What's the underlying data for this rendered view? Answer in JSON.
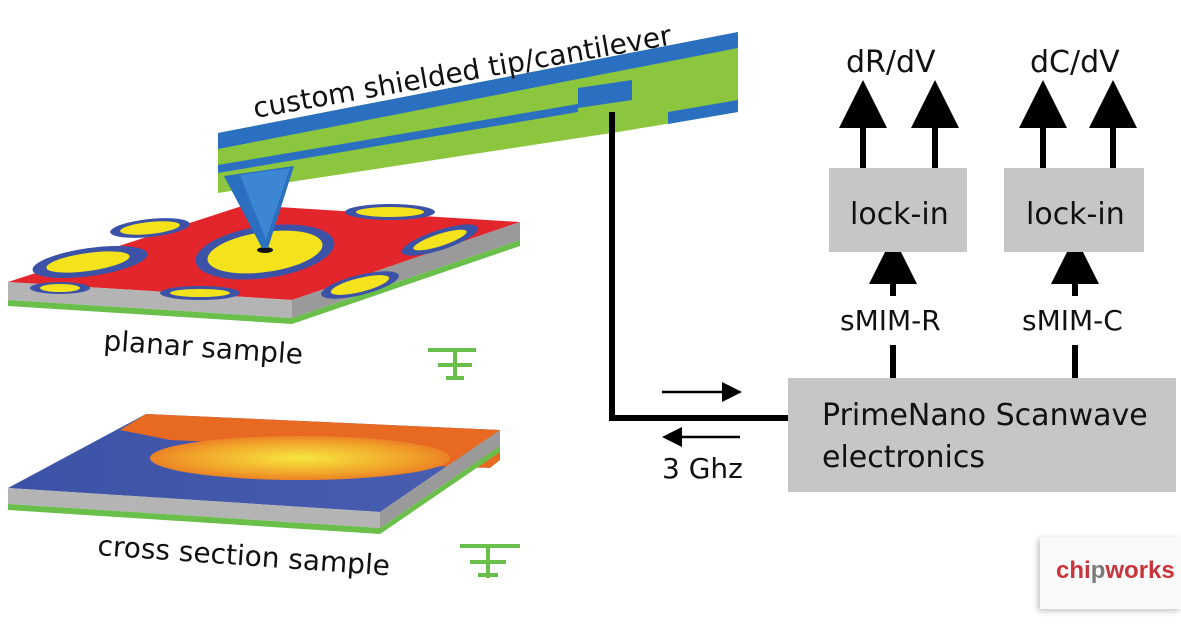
{
  "labels": {
    "cantilever": "custom shielded tip/cantilever",
    "planar_sample": "planar sample",
    "cross_section_sample": "cross section sample",
    "frequency": "3 Ghz",
    "electronics_line1": "PrimeNano Scanwave",
    "electronics_line2": "electronics",
    "lockin_left": "lock-in",
    "lockin_right": "lock-in",
    "signal_left": "sMIM-R",
    "signal_right": "sMIM-C",
    "output_left": "dR/dV",
    "output_right": "dC/dV"
  },
  "logo": {
    "part1": "chi",
    "part2": "p",
    "part3": "works"
  },
  "colors": {
    "cantilever_blue": "#2a6fc0",
    "cantilever_green": "#8cc63f",
    "box_gray": "#c6c6c6",
    "map_red": "#e3262b",
    "map_yellow": "#f4e21c",
    "map_blue": "#3c52a6",
    "ground_green": "#6abf4b",
    "logo_red": "#c9343b"
  }
}
